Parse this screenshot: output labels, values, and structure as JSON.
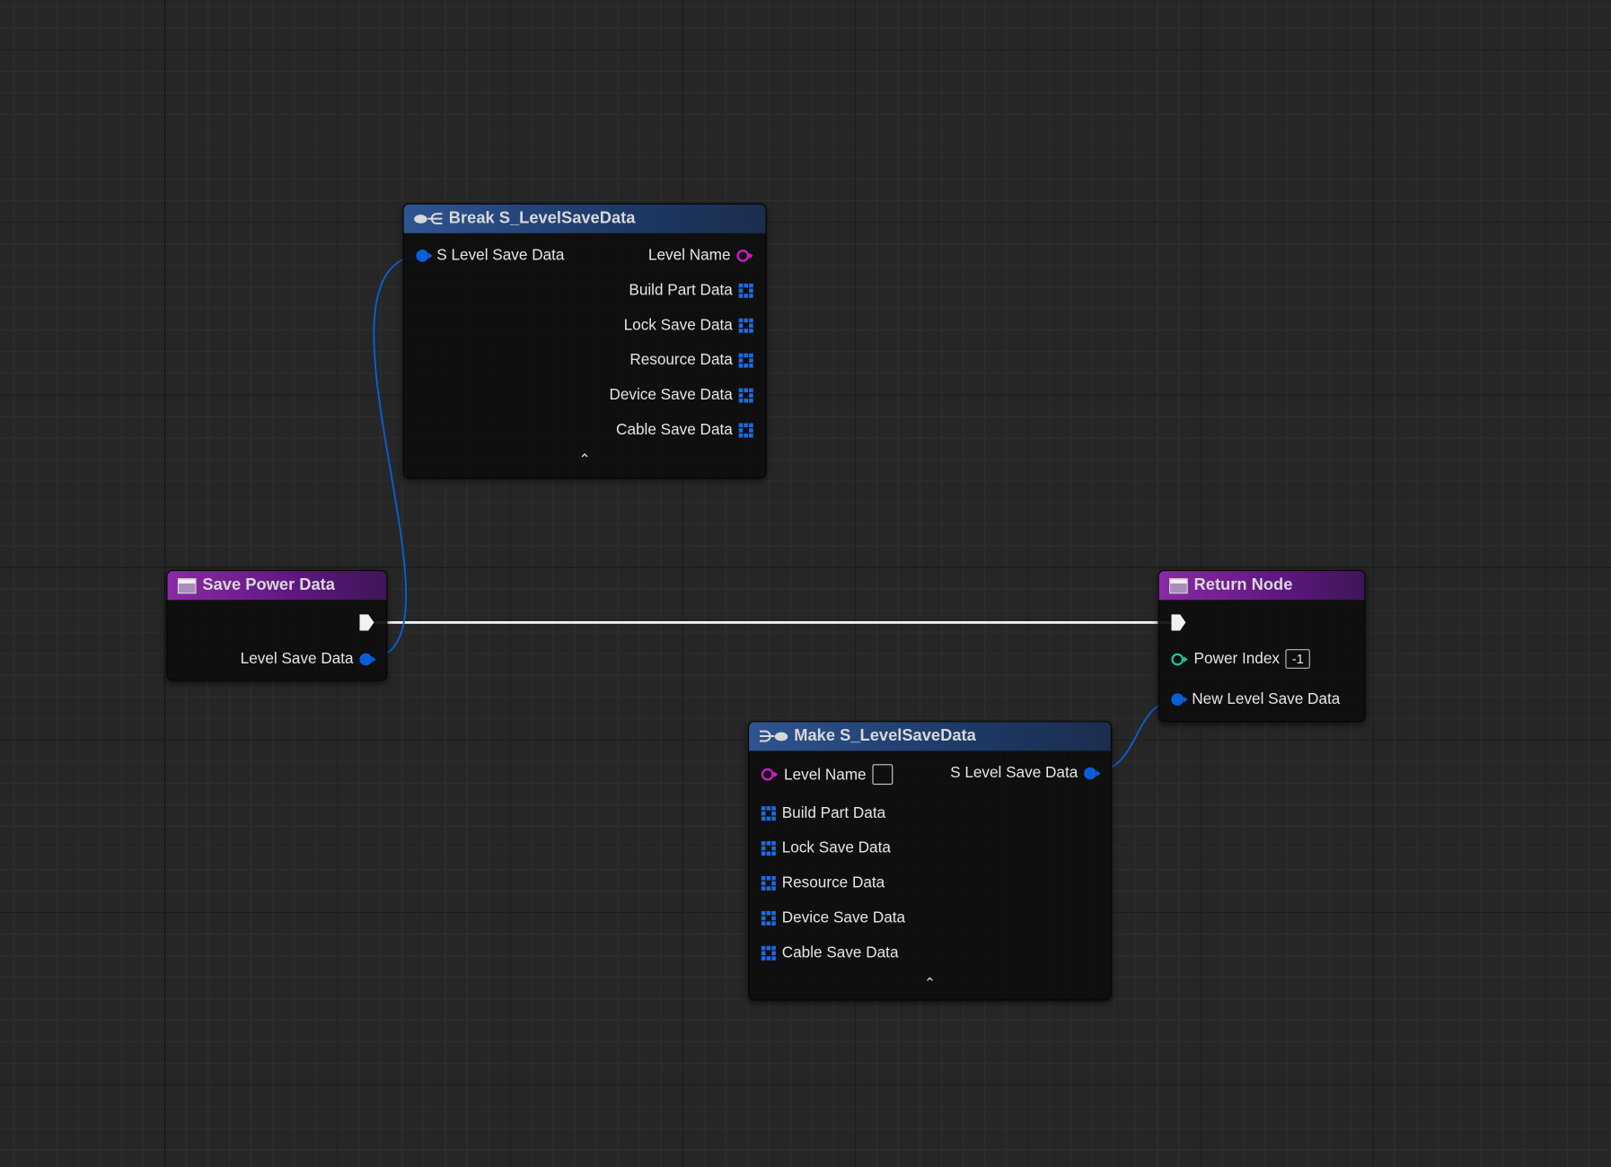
{
  "colors": {
    "struct": "#0a5fd8",
    "string": "#d11bd0",
    "int": "#1fc4a0",
    "array": "#1e6ae0",
    "exec": "#f2f2f2"
  },
  "break_node": {
    "title": "Break S_LevelSaveData",
    "input": "S Level Save Data",
    "outputs": [
      "Level Name",
      "Build Part Data",
      "Lock Save Data",
      "Resource Data",
      "Device Save Data",
      "Cable Save Data"
    ],
    "collapse": "⌃"
  },
  "entry_node": {
    "title": "Save Power Data",
    "output": "Level Save Data"
  },
  "return_node": {
    "title": "Return Node",
    "power_index_label": "Power Index",
    "power_index_value": "-1",
    "new_level_label": "New Level Save Data"
  },
  "make_node": {
    "title": "Make S_LevelSaveData",
    "inputs": [
      "Level Name",
      "Build Part Data",
      "Lock Save Data",
      "Resource Data",
      "Device Save Data",
      "Cable Save Data"
    ],
    "output": "S Level Save Data",
    "collapse": "⌃"
  }
}
